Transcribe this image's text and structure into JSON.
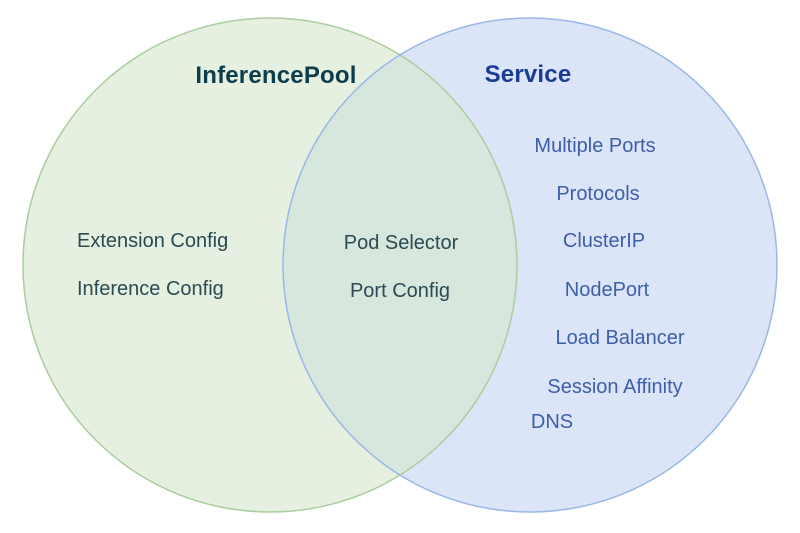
{
  "diagram": {
    "left_title": "InferencePool",
    "right_title": "Service",
    "left_items": [
      "Extension Config",
      "Inference Config"
    ],
    "intersection_items": [
      "Pod Selector",
      "Port Config"
    ],
    "right_items": [
      "Multiple Ports",
      "Protocols",
      "ClusterIP",
      "NodePort",
      "Load Balancer",
      "Session Affinity",
      "DNS"
    ],
    "colors": {
      "left_fill": "#e5f0e1",
      "left_stroke": "#a9cd9f",
      "right_fill": "#dbe5f7",
      "right_stroke": "#9ab7e8",
      "intersection_fill": "#d8e7dd",
      "left_title_color": "#0d3c4b",
      "left_text_color": "#2b4a53",
      "right_title_color": "#1b3b92",
      "right_text_color": "#3d5fa9"
    }
  }
}
